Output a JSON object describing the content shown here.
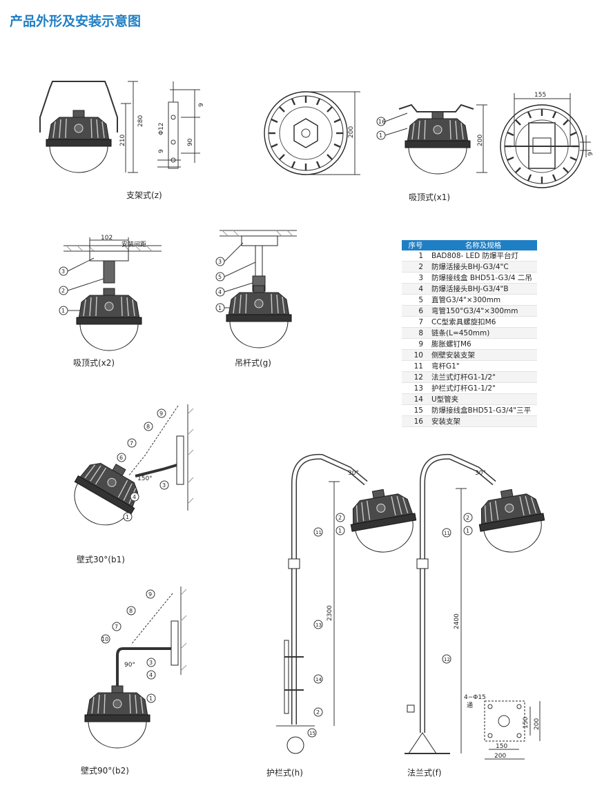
{
  "title": "产品外形及安装示意图",
  "captions": {
    "z": "支架式(z)",
    "x1": "吸顶式(x1)",
    "x2": "吸顶式(x2)",
    "g": "吊杆式(g)",
    "b1": "壁式30°(b1)",
    "b2": "壁式90°(b2)",
    "h": "护栏式(h)",
    "f": "法兰式(f)"
  },
  "dims": {
    "d280": "280",
    "d210": "210",
    "d9a": "9",
    "d12": "Φ12",
    "d9b": "9",
    "d90": "90",
    "d200a": "200",
    "d200b": "200",
    "d155": "155",
    "d9c": "9",
    "d102": "102",
    "spacing": "安装间距",
    "a150": "150°",
    "a90": "90°",
    "a30a": "30°",
    "a30b": "30°",
    "d2300": "2300",
    "d2400": "2400",
    "holes": "4−Φ15",
    "holes2": "通",
    "d150v": "150",
    "d200v": "200",
    "d150h": "150",
    "d200h": "200"
  },
  "callouts": {
    "x1_16": "16",
    "x1_1": "1",
    "x2_3": "3",
    "x2_2": "2",
    "x2_1": "1",
    "g_3": "3",
    "g_5": "5",
    "g_4": "4",
    "g_1": "1",
    "b1_9": "9",
    "b1_8": "8",
    "b1_7": "7",
    "b1_6": "6",
    "b1_4": "4",
    "b1_3": "3",
    "b1_1": "1",
    "b2_9": "9",
    "b2_8": "8",
    "b2_7": "7",
    "b2_10": "10",
    "b2_3": "3",
    "b2_4": "4",
    "b2_1": "1",
    "h_11": "11",
    "h_2": "2",
    "h_1": "1",
    "h_13": "13",
    "h_14": "14",
    "h_2b": "2",
    "h_15": "15",
    "f_11": "11",
    "f_2": "2",
    "f_1": "1",
    "f_12": "12"
  },
  "table": {
    "headers": [
      "序号",
      "名称及规格"
    ],
    "rows": [
      [
        "1",
        "BAD808- LED 防爆平台灯"
      ],
      [
        "2",
        "防爆活接头BHJ-G3/4\"C"
      ],
      [
        "3",
        "防爆接线盒 BHD51-G3/4 二吊"
      ],
      [
        "4",
        "防爆活接头BHJ-G3/4\"B"
      ],
      [
        "5",
        "直管G3/4\"×300mm"
      ],
      [
        "6",
        "弯管150°G3/4\"×300mm"
      ],
      [
        "7",
        "CC型索具螺旋扣M6"
      ],
      [
        "8",
        "链条(L=450mm)"
      ],
      [
        "9",
        "膨胀螺钉M6"
      ],
      [
        "10",
        "侧壁安装支架"
      ],
      [
        "11",
        "弯杆G1\""
      ],
      [
        "12",
        "法兰式灯杆G1-1/2\""
      ],
      [
        "13",
        "护栏式灯杆G1-1/2\""
      ],
      [
        "14",
        "U型管夹"
      ],
      [
        "15",
        "防爆接线盒BHD51-G3/4\"三平"
      ],
      [
        "16",
        "安装支架"
      ]
    ]
  },
  "colors": {
    "accent": "#1f7fc4",
    "line": "#333333",
    "body": "#3a3a3a"
  }
}
